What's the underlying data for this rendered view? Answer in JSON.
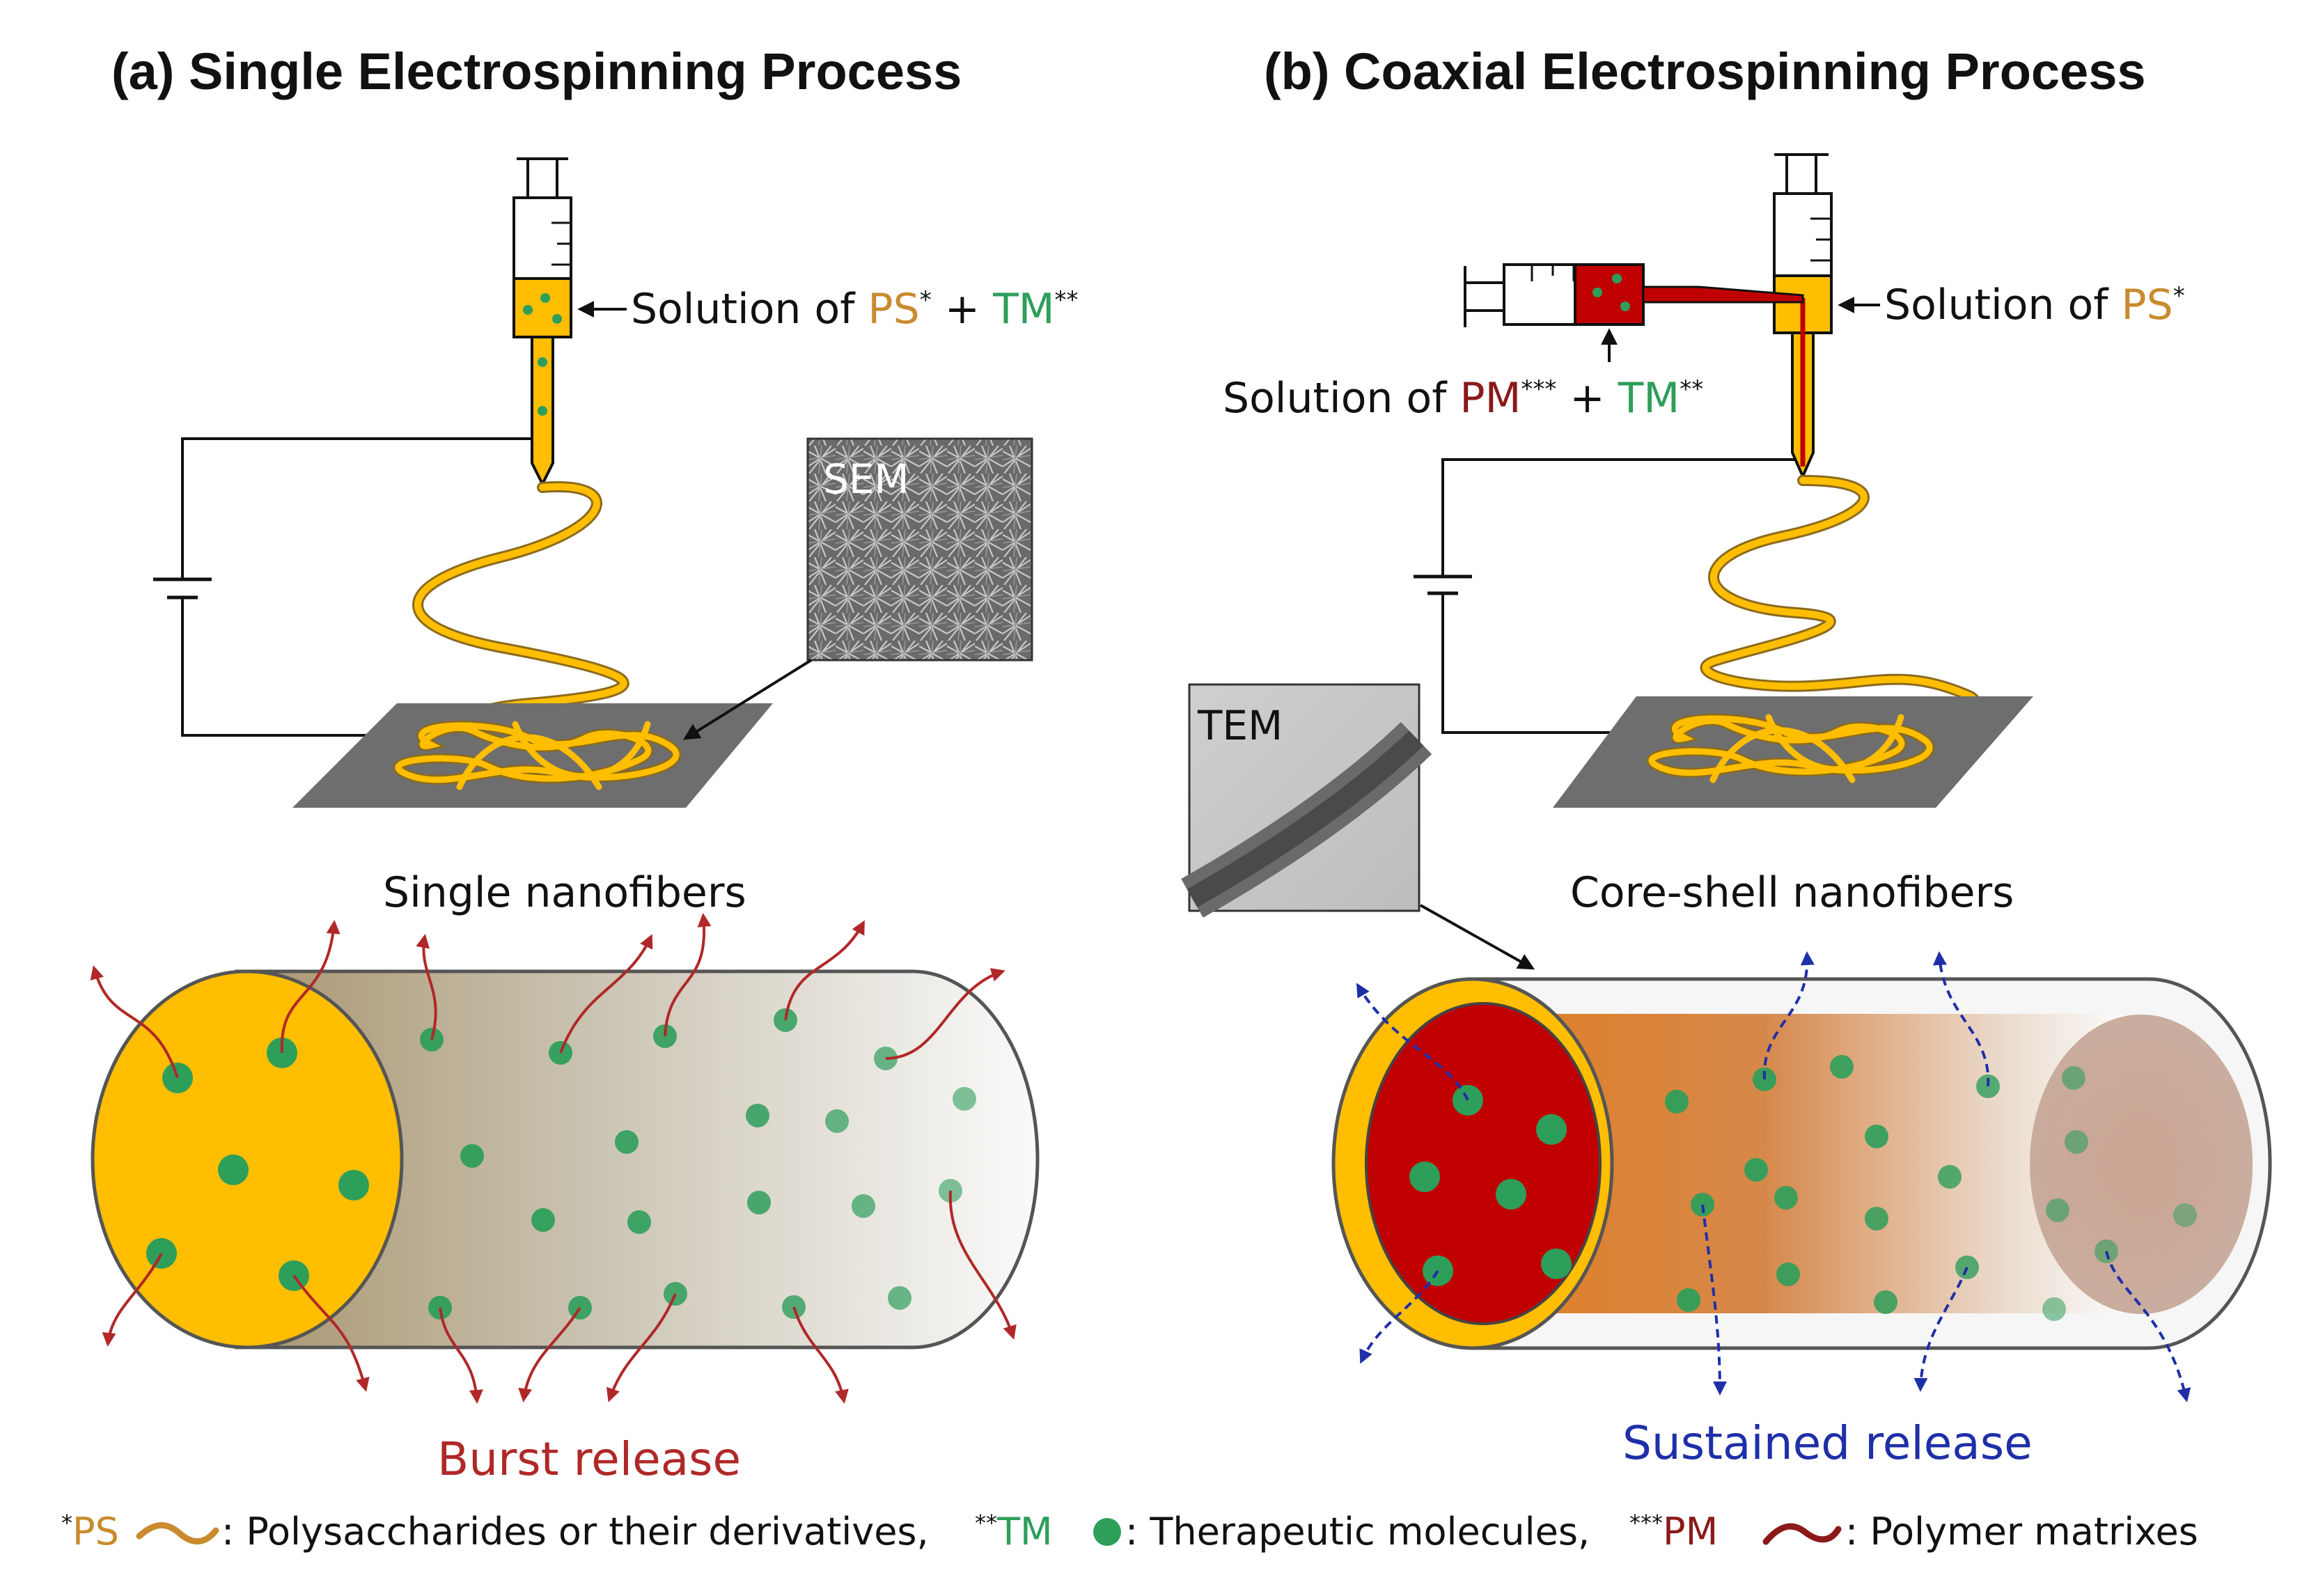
{
  "panel_a": {
    "title": "(a) Single Electrospinning Process",
    "solution_prefix": "Solution of ",
    "ps": "PS",
    "plus": " + ",
    "tm": "TM",
    "sem": "SEM",
    "fiber_caption": "Single nanofibers",
    "release": "Burst release"
  },
  "panel_b": {
    "title": "(b) Coaxial Electrospinning Process",
    "solution_shell_prefix": "Solution of ",
    "ps": "PS",
    "solution_core_prefix": "Solution of ",
    "pm": "PM",
    "plus": " + ",
    "tm": "TM",
    "tem": "TEM",
    "fiber_caption": "Core-shell nanofibers",
    "release": "Sustained release"
  },
  "marks": {
    "one": "*",
    "two": "**",
    "three": "***"
  },
  "footnote": {
    "ps": "PS",
    "ps_desc": ": Polysaccharides or their derivatives,",
    "tm": "TM",
    "tm_desc": ": Therapeutic molecules,",
    "pm": "PM",
    "pm_desc": ": Polymer matrixes"
  },
  "colors": {
    "ps": "#C98B2E",
    "tm": "#2E9E5B",
    "pm": "#8B1A1A",
    "burst": "#B02828",
    "sustained": "#1F2FA8",
    "fiber_yellow": "#FFBE00",
    "core_red": "#C00000",
    "collector": "#6E6E6E"
  }
}
